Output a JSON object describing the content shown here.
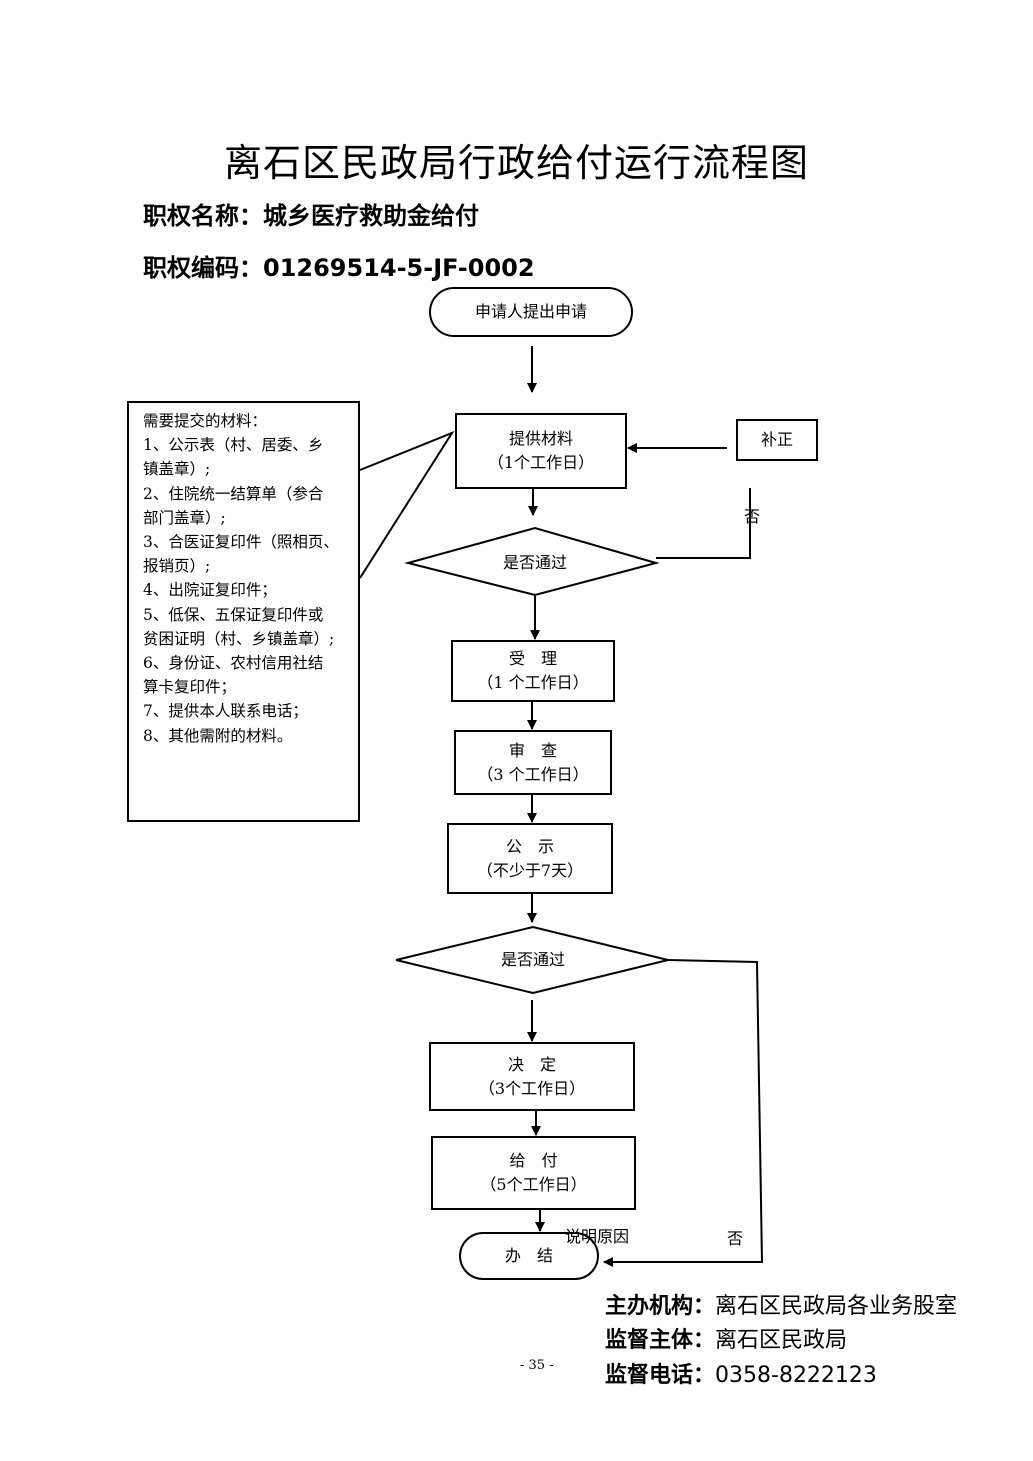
{
  "header": {
    "title": "离石区民政局行政给付运行流程图",
    "authority_name_label": "职权名称：",
    "authority_name": "城乡医疗救助金给付",
    "authority_code_label": "职权编码：",
    "authority_code": "01269514-5-JF-0002"
  },
  "flow": {
    "start": "申请人提出申请",
    "submit": {
      "title": "提供材料",
      "duration": "（1个工作日）"
    },
    "supplement": "补正",
    "decision1": "是否通过",
    "no1": "否",
    "accept": {
      "title": "受　理",
      "duration": "（1 个工作日）"
    },
    "review": {
      "title": "审　查",
      "duration": "（3 个工作日）"
    },
    "publicize": {
      "title": "公　示",
      "duration": "（不少于7天）"
    },
    "decision2": "是否通过",
    "decide": {
      "title": "决　定",
      "duration": "（3个工作日）"
    },
    "pay": {
      "title": "给　付",
      "duration": "（5个工作日）"
    },
    "explain": "说明原因",
    "no2": "否",
    "end": "办　结"
  },
  "materials": {
    "heading": "需要提交的材料：",
    "lines": [
      "1、公示表（村、居委、乡",
      "镇盖章）;",
      "2、住院统一结算单（参合",
      "部门盖章）;",
      "3、合医证复印件（照相页、",
      "报销页）;",
      "4、出院证复印件；",
      "5、低保、五保证复印件或",
      "贫困证明（村、乡镇盖章）;",
      "6、身份证、农村信用社结",
      "算卡复印件；",
      "7、提供本人联系电话；",
      "8、其他需附的材料。"
    ]
  },
  "footer": {
    "org_label": "主办机构：",
    "org": "离石区民政局各业务股室",
    "sup_label": "监督主体：",
    "sup": "离石区民政局",
    "tel_label": "监督电话：",
    "tel": "0358-8222123",
    "page": "- 35 -"
  }
}
